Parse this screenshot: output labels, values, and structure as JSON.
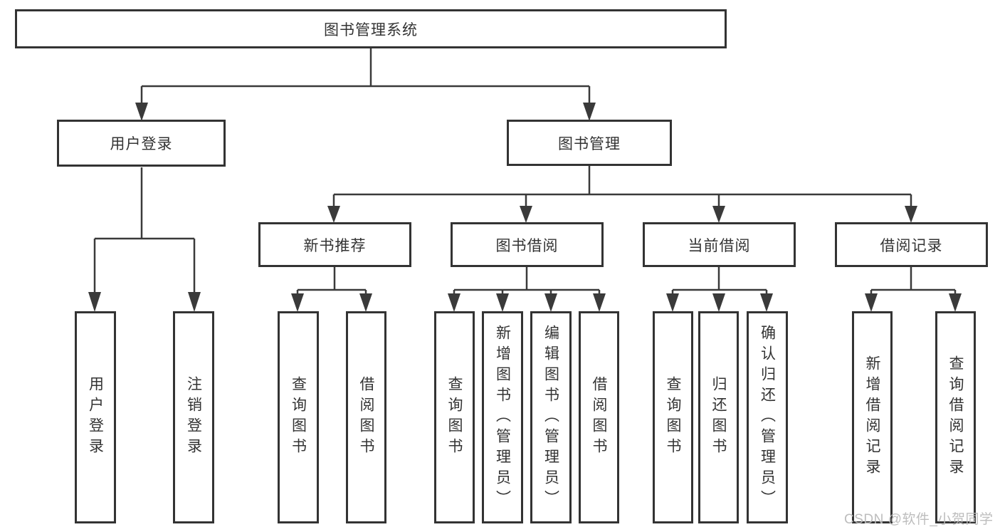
{
  "diagram_title": "图书管理系统",
  "colors": {
    "line": "#3a3a3a",
    "box_border": "#333333",
    "text": "#333333",
    "watermark": "#b9b9b9"
  },
  "hierarchy": {
    "label": "图书管理系统",
    "children": [
      {
        "label": "用户登录",
        "children": [
          {
            "label": "用户登录"
          },
          {
            "label": "注销登录"
          }
        ]
      },
      {
        "label": "图书管理",
        "children": [
          {
            "label": "新书推荐",
            "children": [
              {
                "label": "查询图书"
              },
              {
                "label": "借阅图书"
              }
            ]
          },
          {
            "label": "图书借阅",
            "children": [
              {
                "label": "查询图书"
              },
              {
                "label": "新增图书（管理员）"
              },
              {
                "label": "编辑图书（管理员）"
              },
              {
                "label": "借阅图书"
              }
            ]
          },
          {
            "label": "当前借阅",
            "children": [
              {
                "label": "查询图书"
              },
              {
                "label": "归还图书"
              },
              {
                "label": "确认归还（管理员）"
              }
            ]
          },
          {
            "label": "借阅记录",
            "children": [
              {
                "label": "新增借阅记录"
              },
              {
                "label": "查询借阅记录"
              }
            ]
          }
        ]
      }
    ]
  },
  "watermark": {
    "text": "CSDN @软件_小贺同学"
  }
}
